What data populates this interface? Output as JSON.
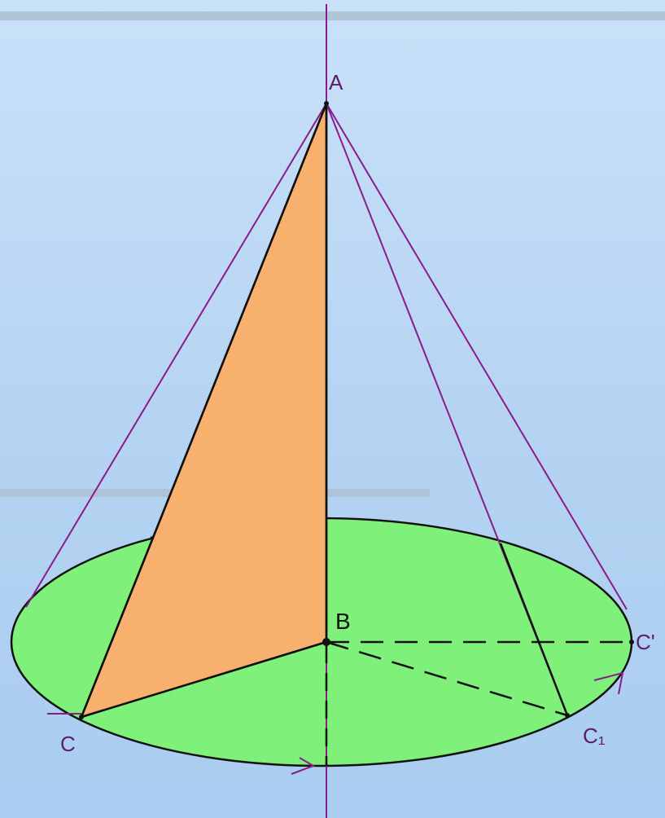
{
  "diagram": {
    "labels": {
      "apex": "A",
      "center": "B",
      "base_point_left": "C",
      "base_point_right": "C'",
      "base_point_front_right": "C₁"
    },
    "colors": {
      "background_top": "#c9e1f9",
      "background_bottom": "#a9ccf0",
      "base_fill": "#7ff07a",
      "section_fill": "#f8b06e",
      "outline": "#8b1a8b",
      "edge": "#111111"
    }
  }
}
